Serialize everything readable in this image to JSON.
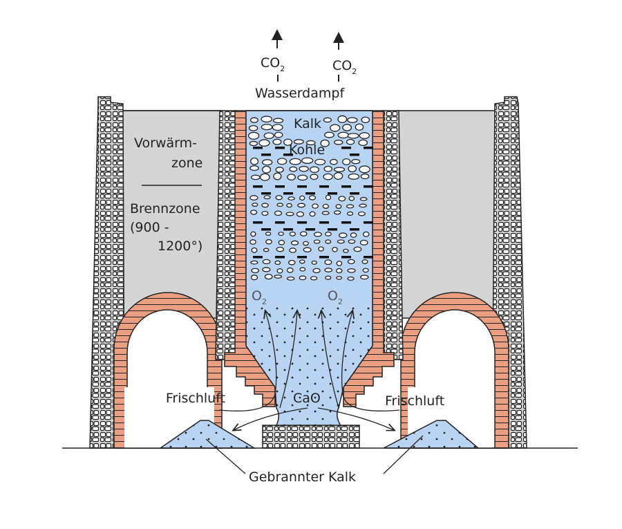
{
  "labels": {
    "co2_left": "CO",
    "co2_right": "CO",
    "co2_sub": "2",
    "steam": "Wasserdampf",
    "lime": "Kalk",
    "coal": "Kohle",
    "preheat_zone_1": "Vorwärm-",
    "preheat_zone_2": "zone",
    "burn_zone_1": "Brennzone",
    "burn_zone_2": "(900 -",
    "burn_zone_3": "1200°)",
    "o2_left": "O",
    "o2_right": "O",
    "o2_sub": "2",
    "fresh_air_left": "Frischluft",
    "fresh_air_right": "Frischluft",
    "cao": "CaO",
    "burnt_lime": "Gebrannter Kalk"
  },
  "colors": {
    "charge": "#b8d4f2",
    "brick": "#eaa080",
    "wall_fill": "#d4d4d4",
    "stone": "#ffffff",
    "outline": "#222222"
  }
}
